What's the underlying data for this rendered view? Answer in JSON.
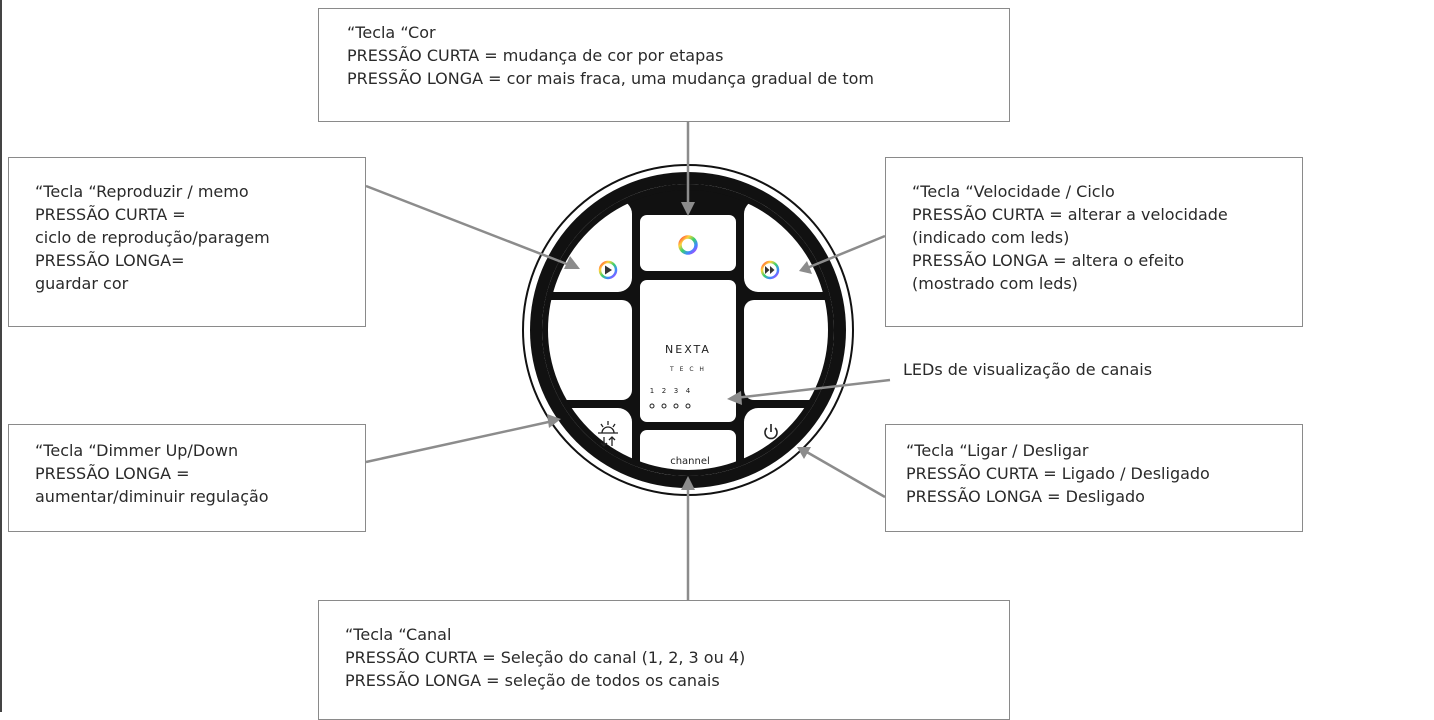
{
  "callouts": {
    "cor": {
      "title": "“Tecla “Cor",
      "line1": "PRESSÃO CURTA = mudança de cor por etapas",
      "line2": "PRESSÃO LONGA = cor mais fraca, uma mudança gradual de tom"
    },
    "play": {
      "title": "“Tecla “Reproduzir / memo",
      "line1": "PRESSÃO CURTA =",
      "line2": "ciclo de reprodução/paragem",
      "line3": "PRESSÃO LONGA=",
      "line4": "guardar cor"
    },
    "speed": {
      "title": "“Tecla “Velocidade / Ciclo",
      "line1": "PRESSÃO CURTA = alterar a velocidade",
      "line2": "(indicado com leds)",
      "line3": "PRESSÃO LONGA = altera o efeito",
      "line4": "(mostrado com leds)"
    },
    "dimmer": {
      "title": "“Tecla “Dimmer Up/Down",
      "line1": "PRESSÃO LONGA =",
      "line2": "aumentar/diminuir regulação"
    },
    "power": {
      "title": "“Tecla “Ligar / Desligar",
      "line1": "PRESSÃO CURTA = Ligado / Desligado",
      "line2": "PRESSÃO LONGA = Desligado"
    },
    "channel": {
      "title": "“Tecla “Canal",
      "line1": "PRESSÃO CURTA = Seleção do canal (1, 2, 3 ou 4)",
      "line2": "PRESSÃO LONGA = seleção de todos os canais"
    }
  },
  "leds_label": "LEDs de visualização de canais",
  "device": {
    "brand": "NEXTA",
    "brand_sub": "T E C H",
    "channel_numbers": [
      "1",
      "2",
      "3",
      "4"
    ],
    "channel_button_label": "channel"
  },
  "colors": {
    "outline": "#111111",
    "leader": "#8c8c8c",
    "box_border": "#8a8a8a"
  }
}
